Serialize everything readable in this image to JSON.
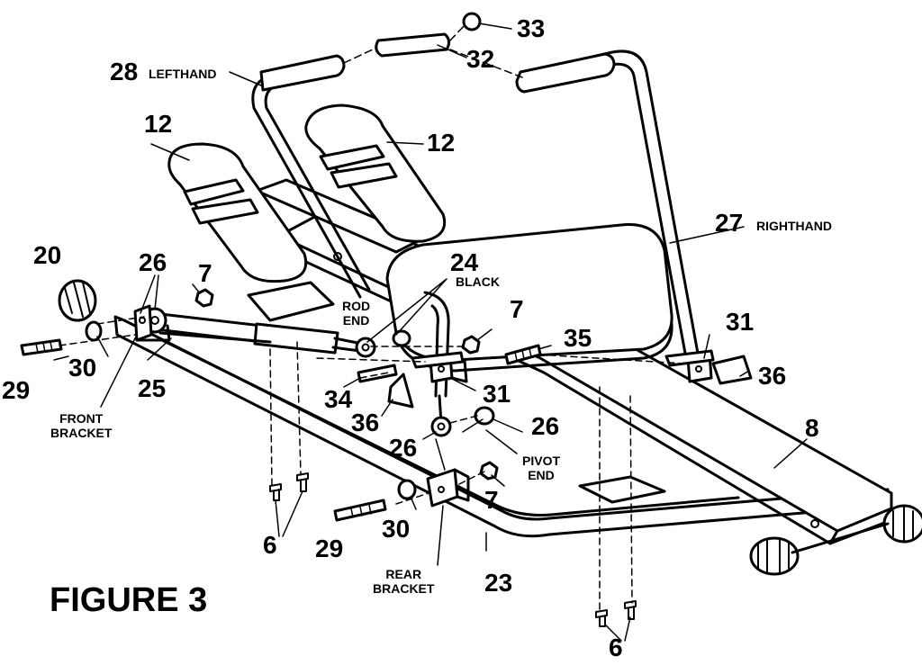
{
  "figure_title": "FIGURE 3",
  "colors": {
    "ink": "#000000",
    "paper": "#ffffff",
    "fill": "#ffffff"
  },
  "labels": {
    "p33": "33",
    "p32": "32",
    "p28": "28",
    "lefthand": "LEFTHAND",
    "p12_left": "12",
    "p12_right": "12",
    "p27": "27",
    "righthand": "RIGHTHAND",
    "p20": "20",
    "p26_front": "26",
    "p7_front": "7",
    "p24": "24",
    "black": "BLACK",
    "rod_end_1": "ROD",
    "rod_end_2": "END",
    "p7_mid": "7",
    "p31_right": "31",
    "p35": "35",
    "p36_right": "36",
    "p29_front": "29",
    "p30_front": "30",
    "p25": "25",
    "p34": "34",
    "p31_mid": "31",
    "front_bracket_1": "FRONT",
    "front_bracket_2": "BRACKET",
    "p36_mid": "36",
    "p26_rear_left": "26",
    "p26_rear_right": "26",
    "pivot_end_1": "PIVOT",
    "pivot_end_2": "END",
    "p8": "8",
    "p7_rear": "7",
    "p6_left": "6",
    "p29_rear": "29",
    "p30_rear": "30",
    "rear_bracket_1": "REAR",
    "rear_bracket_2": "BRACKET",
    "p23": "23",
    "p6_bottom": "6"
  }
}
